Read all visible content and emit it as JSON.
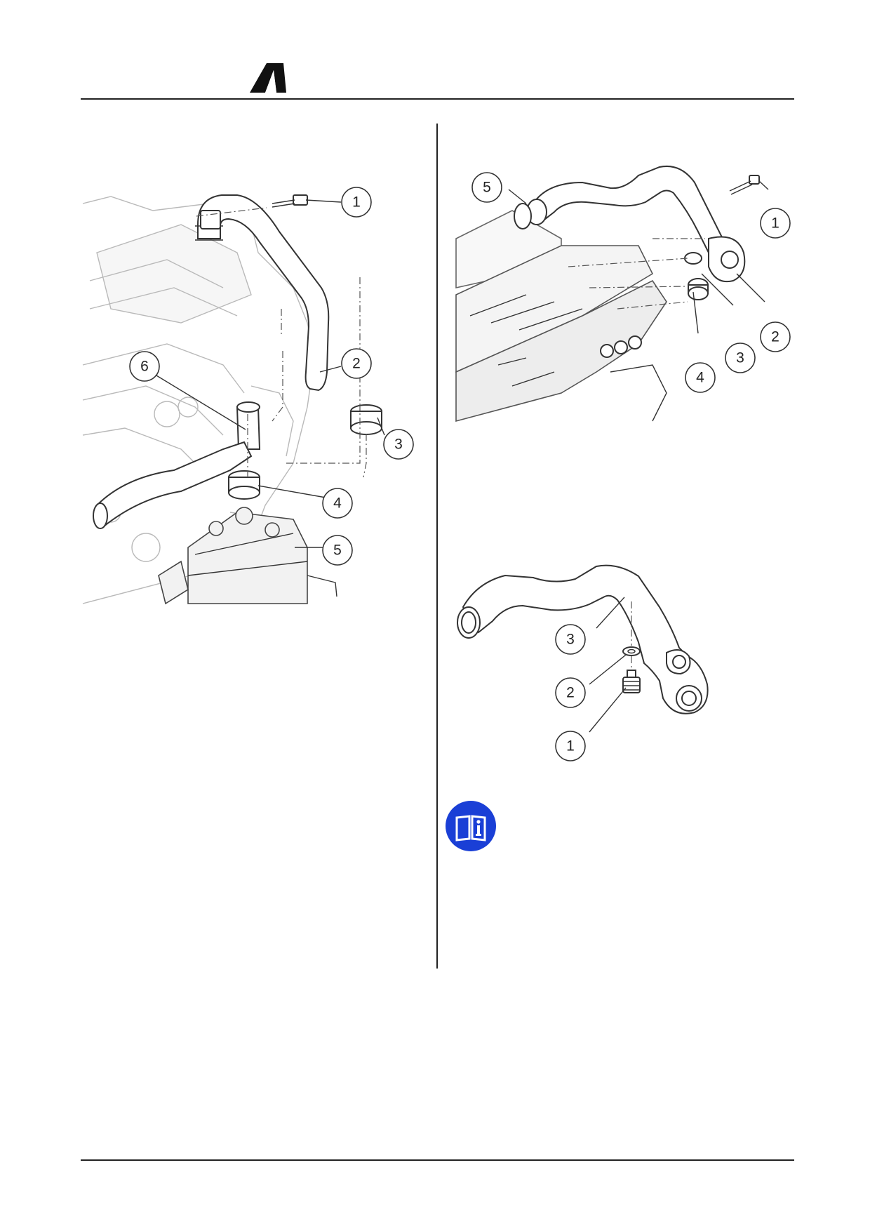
{
  "header": {
    "logo": "brand-logo"
  },
  "figures": {
    "left": {
      "callouts": [
        "1",
        "2",
        "3",
        "4",
        "5",
        "6"
      ]
    },
    "right_top": {
      "callouts": [
        "1",
        "2",
        "3",
        "4",
        "5"
      ]
    },
    "right_bottom": {
      "callouts": [
        "1",
        "2",
        "3"
      ]
    }
  },
  "info_icon": {
    "name": "info-book-icon",
    "color": "#1a3fd6"
  }
}
